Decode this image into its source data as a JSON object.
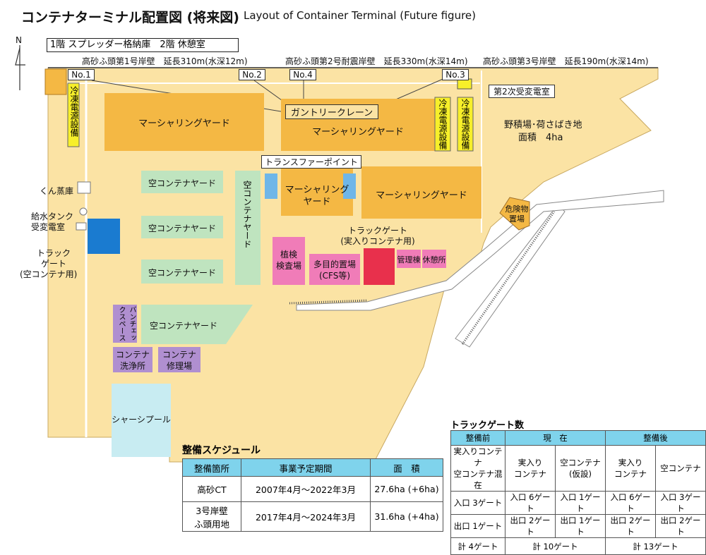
{
  "title": {
    "jp": "コンテナターミナル配置図 (将来図)",
    "en": "Layout of Container Terminal (Future figure)"
  },
  "north": "N",
  "floor_note": "1階 スプレッダー格納庫　2階 休憩室",
  "berths": {
    "b1": "高砂ふ頭第1号岸壁　延長310m(水深12m)",
    "b2": "高砂ふ頭第2号耐震岸壁　延長330m(水深14m)",
    "b3": "高砂ふ頭第3号岸壁　延長190m(水深14m)"
  },
  "cranes": {
    "no1": "No.1",
    "no2": "No.2",
    "no3": "No.3",
    "no4": "No.4",
    "gantry": "ガントリークレーン"
  },
  "substation2": "第2次受変電室",
  "areas": {
    "marshalling": "マーシャリングヤード",
    "marshalling2_line1": "マーシャリング",
    "marshalling2_line2": "ヤード",
    "reefer": "冷凍電源設備",
    "open_yard_line1": "野積場･荷さばき地",
    "open_yard_line2": "面積　4ha",
    "transfer_point": "トランスファーポイント",
    "empty_yard": "空コンテナヤード",
    "fumigation": "くん蒸庫",
    "water_tank_line1": "給水タンク",
    "water_tank_line2": "受変電室",
    "truck_gate_empty_line1": "トラック",
    "truck_gate_empty_line2": "ゲート",
    "truck_gate_empty_line3": "(空コンテナ用)",
    "plant_line1": "植検",
    "plant_line2": "検査場",
    "multi_line1": "多目的置場",
    "multi_line2": "(CFS等)",
    "truck_gate_loaded_line1": "トラックゲート",
    "truck_gate_loaded_line2": "(実入りコンテナ用)",
    "admin": "管理棟",
    "rest": "休憩所",
    "hazard_line1": "危険物",
    "hazard_line2": "置場",
    "vanning": "バンチェックスペース",
    "wash_line1": "コンテナ",
    "wash_line2": "洗浄所",
    "repair_line1": "コンテナ",
    "repair_line2": "修理場",
    "chassis": "シャーシプール"
  },
  "schedule": {
    "title": "整備スケジュール",
    "headers": [
      "整備箇所",
      "事業予定期間",
      "面　積"
    ],
    "rows": [
      {
        "place": "高砂CT",
        "period": "2007年4月〜2022年3月",
        "area": "27.6ha (+6ha)"
      },
      {
        "place_line1": "3号岸壁",
        "place_line2": "ふ頭用地",
        "period": "2017年4月〜2024年3月",
        "area": "31.6ha (+4ha)"
      }
    ]
  },
  "gates": {
    "title": "トラックゲート数",
    "h1": [
      "整備前",
      "現　在",
      "整備後"
    ],
    "h2": [
      "実入りコンテナ",
      "空コンテナ混在",
      "実入り",
      "コンテナ",
      "空コンテナ",
      "(仮設)",
      "実入り",
      "コンテナ",
      "空コンテナ"
    ],
    "in": [
      "入口 3ゲート",
      "入口 6ゲート",
      "入口 1ゲート",
      "入口 6ゲート",
      "入口 3ゲート"
    ],
    "out": [
      "出口 1ゲート",
      "出口 2ゲート",
      "出口 1ゲート",
      "出口 2ゲート",
      "出口 2ゲート"
    ],
    "total": [
      "計 4ゲート",
      "計 10ゲート",
      "計 13ゲート"
    ]
  },
  "colors": {
    "land": "#fbe3a4",
    "yard": "#f4b844",
    "empty": "#bfe4bf",
    "purple": "#b08fd0",
    "pink": "#f07cb8",
    "red": "#e8304c",
    "blue": "#1a7bd0",
    "chassis": "#c8ecf2",
    "yellow": "#f7ef2a",
    "table_head": "#7fd3ec"
  }
}
